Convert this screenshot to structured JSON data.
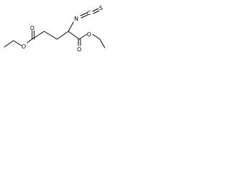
{
  "molecule": {
    "type": "skeletal-structure",
    "atoms": {
      "nitrogen": "N",
      "carbon_label": "C",
      "sulfur": "S",
      "carbonyl_oxygen_left": "O",
      "ester_oxygen_left": "O",
      "carbonyl_oxygen_right": "O",
      "ester_oxygen_right": "O"
    },
    "colors": {
      "bond": "#000000",
      "background": "#ffffff"
    }
  }
}
